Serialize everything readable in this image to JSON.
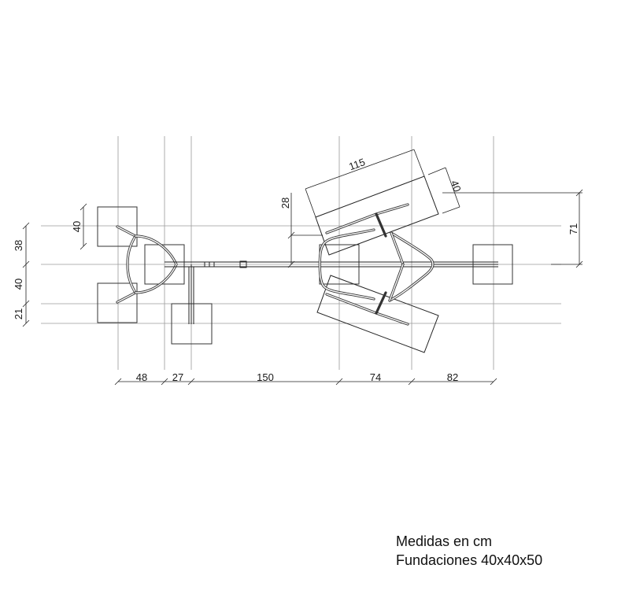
{
  "notes": {
    "units": "Medidas en cm",
    "foundations": "Fundaciones 40x40x50"
  },
  "dimensions": {
    "horizontal": [
      "48",
      "27",
      "150",
      "74",
      "82"
    ],
    "vertical_left": [
      "38",
      "40",
      "21"
    ],
    "left_square": "40",
    "seat_offset": "28",
    "seat_length": "115",
    "seat_width": "40",
    "right_height": "71"
  }
}
